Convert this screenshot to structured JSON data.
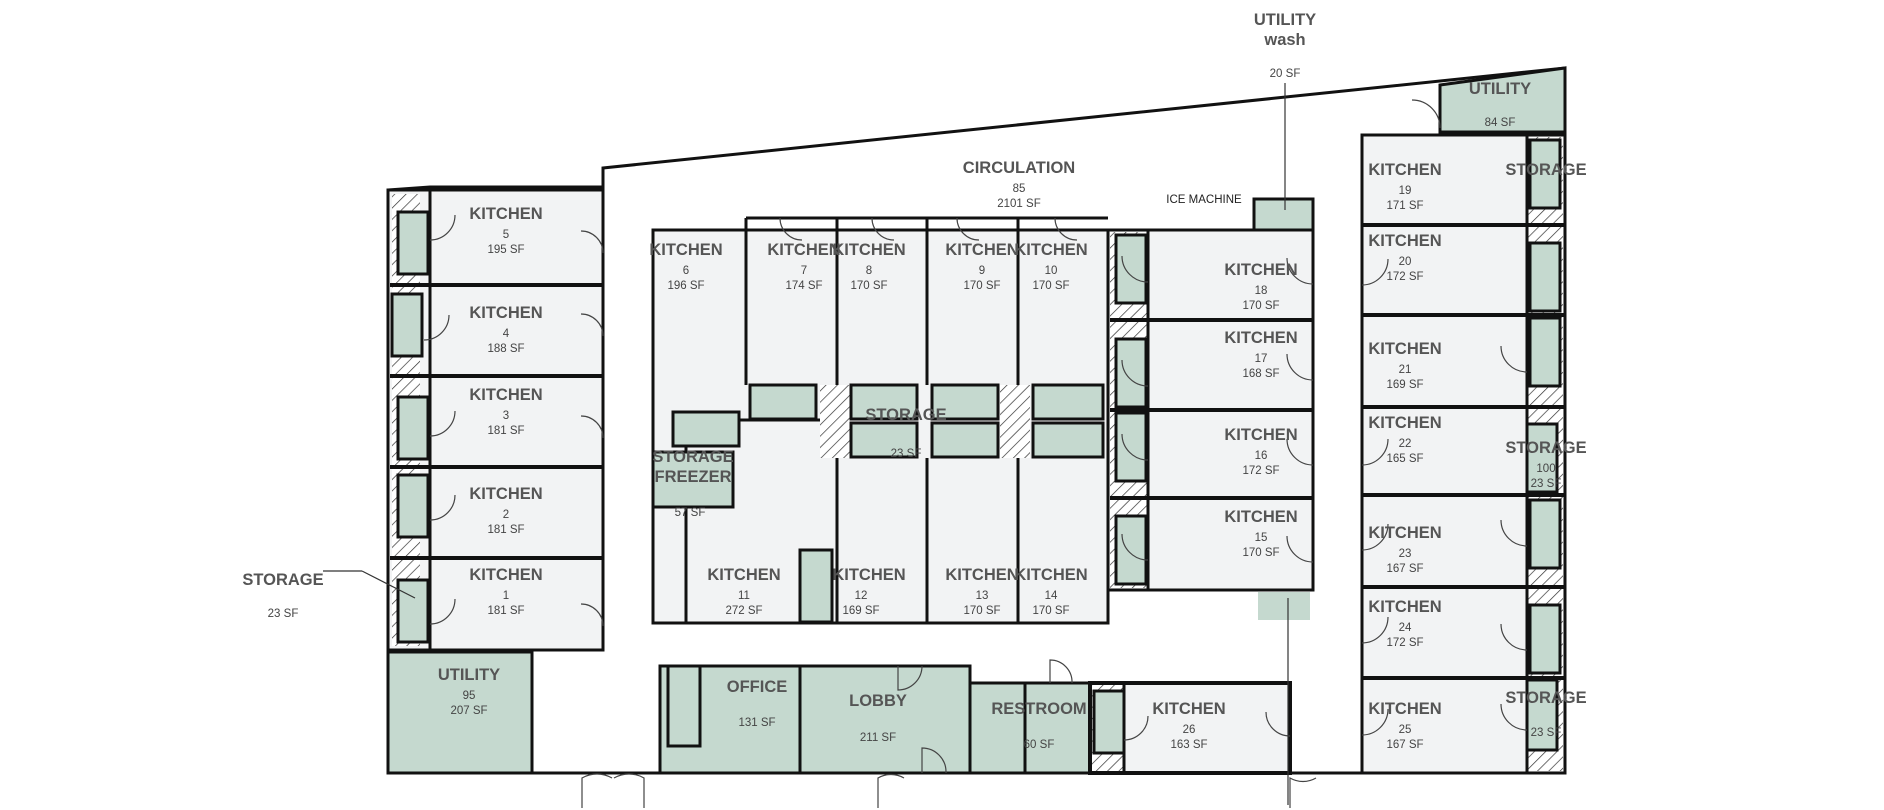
{
  "plan": {
    "rooms": [
      {
        "id": "k1",
        "name": "KITCHEN",
        "number": "1",
        "area": "181 SF"
      },
      {
        "id": "k2",
        "name": "KITCHEN",
        "number": "2",
        "area": "181 SF"
      },
      {
        "id": "k3",
        "name": "KITCHEN",
        "number": "3",
        "area": "181 SF"
      },
      {
        "id": "k4",
        "name": "KITCHEN",
        "number": "4",
        "area": "188 SF"
      },
      {
        "id": "k5",
        "name": "KITCHEN",
        "number": "5",
        "area": "195 SF"
      },
      {
        "id": "k6",
        "name": "KITCHEN",
        "number": "6",
        "area": "196 SF"
      },
      {
        "id": "k7",
        "name": "KITCHEN",
        "number": "7",
        "area": "174 SF"
      },
      {
        "id": "k8",
        "name": "KITCHEN",
        "number": "8",
        "area": "170 SF"
      },
      {
        "id": "k9",
        "name": "KITCHEN",
        "number": "9",
        "area": "170 SF"
      },
      {
        "id": "k10",
        "name": "KITCHEN",
        "number": "10",
        "area": "170 SF"
      },
      {
        "id": "k11",
        "name": "KITCHEN",
        "number": "11",
        "area": "272 SF"
      },
      {
        "id": "k12",
        "name": "KITCHEN",
        "number": "12",
        "area": "169 SF"
      },
      {
        "id": "k13",
        "name": "KITCHEN",
        "number": "13",
        "area": "170 SF"
      },
      {
        "id": "k14",
        "name": "KITCHEN",
        "number": "14",
        "area": "170 SF"
      },
      {
        "id": "k15",
        "name": "KITCHEN",
        "number": "15",
        "area": "170 SF"
      },
      {
        "id": "k16",
        "name": "KITCHEN",
        "number": "16",
        "area": "172 SF"
      },
      {
        "id": "k17",
        "name": "KITCHEN",
        "number": "17",
        "area": "168 SF"
      },
      {
        "id": "k18",
        "name": "KITCHEN",
        "number": "18",
        "area": "170 SF"
      },
      {
        "id": "k19",
        "name": "KITCHEN",
        "number": "19",
        "area": "171 SF"
      },
      {
        "id": "k20",
        "name": "KITCHEN",
        "number": "20",
        "area": "172 SF"
      },
      {
        "id": "k21",
        "name": "KITCHEN",
        "number": "21",
        "area": "169 SF"
      },
      {
        "id": "k22",
        "name": "KITCHEN",
        "number": "22",
        "area": "165 SF"
      },
      {
        "id": "k23",
        "name": "KITCHEN",
        "number": "23",
        "area": "167 SF"
      },
      {
        "id": "k24",
        "name": "KITCHEN",
        "number": "24",
        "area": "172 SF"
      },
      {
        "id": "k25",
        "name": "KITCHEN",
        "number": "25",
        "area": "167 SF"
      },
      {
        "id": "k26",
        "name": "KITCHEN",
        "number": "26",
        "area": "163 SF"
      },
      {
        "id": "circ",
        "name": "CIRCULATION",
        "number": "85",
        "area": "2101 SF"
      },
      {
        "id": "util95",
        "name": "UTILITY",
        "number": "95",
        "area": "207 SF"
      },
      {
        "id": "office",
        "name": "OFFICE",
        "number": "",
        "area": "131 SF"
      },
      {
        "id": "lobby",
        "name": "LOBBY",
        "number": "",
        "area": "211 SF"
      },
      {
        "id": "restroom",
        "name": "RESTROOM",
        "number": "",
        "area": "60 SF"
      },
      {
        "id": "util84",
        "name": "UTILITY",
        "number": "",
        "area": "84 SF"
      },
      {
        "id": "storc",
        "name": "STORAGE",
        "number": "",
        "area": "23 SF"
      },
      {
        "id": "stor100",
        "name": "STORAGE",
        "number": "100",
        "area": "23 SF"
      },
      {
        "id": "stortr",
        "name": "STORAGE",
        "number": "",
        "area": ""
      },
      {
        "id": "storbr",
        "name": "STORAGE",
        "number": "",
        "area": "23 SF"
      },
      {
        "id": "freezer",
        "name": "STORAGE\nFREEZER",
        "number": "",
        "area": "57 SF"
      }
    ],
    "callouts": {
      "utility_wash": {
        "line1": "UTILITY",
        "line2": "wash",
        "area": "20 SF"
      },
      "storage_left": {
        "name": "STORAGE",
        "area": "23 SF"
      },
      "ice_machine": "ICE MACHINE"
    },
    "colors": {
      "wall": "#111111",
      "floor": "#f2f3f4",
      "service": "#c5d9cf",
      "text": "#555555"
    }
  }
}
